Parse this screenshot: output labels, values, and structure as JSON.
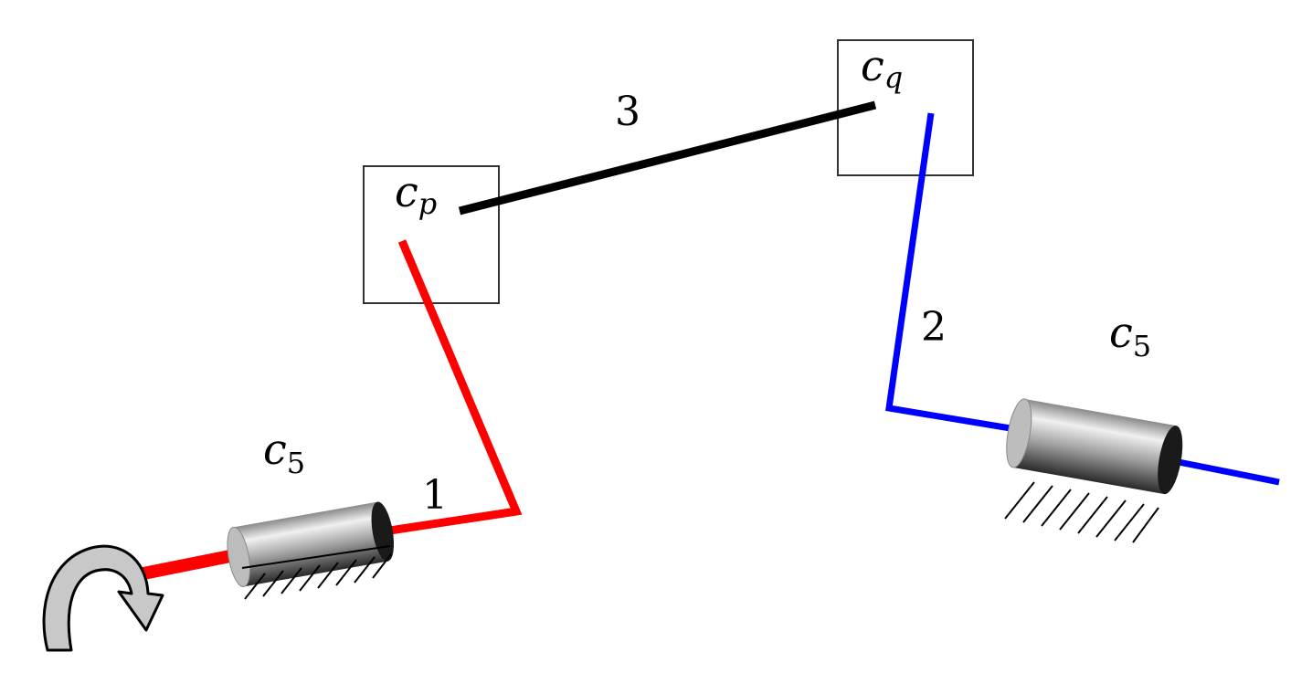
{
  "diagram": {
    "labels": {
      "link1": "1",
      "link2": "2",
      "link3": "3",
      "joint_p": {
        "base": "c",
        "sub": "p"
      },
      "joint_q": {
        "base": "c",
        "sub": "q"
      },
      "joint_left": {
        "base": "c",
        "sub": "5"
      },
      "joint_right": {
        "base": "c",
        "sub": "5"
      }
    },
    "colors": {
      "link1": "#ff0000",
      "link2": "#0000ff",
      "link3": "#000000",
      "box_stroke": "#333333",
      "cylinder_dark": "#1a1a1a",
      "cylinder_light": "#e8e8e8",
      "arrow_fill": "#c8c8c8"
    },
    "icons": {
      "rotation_arrow": "curved-arrow-icon",
      "ground": "ground-hatch-icon"
    }
  }
}
